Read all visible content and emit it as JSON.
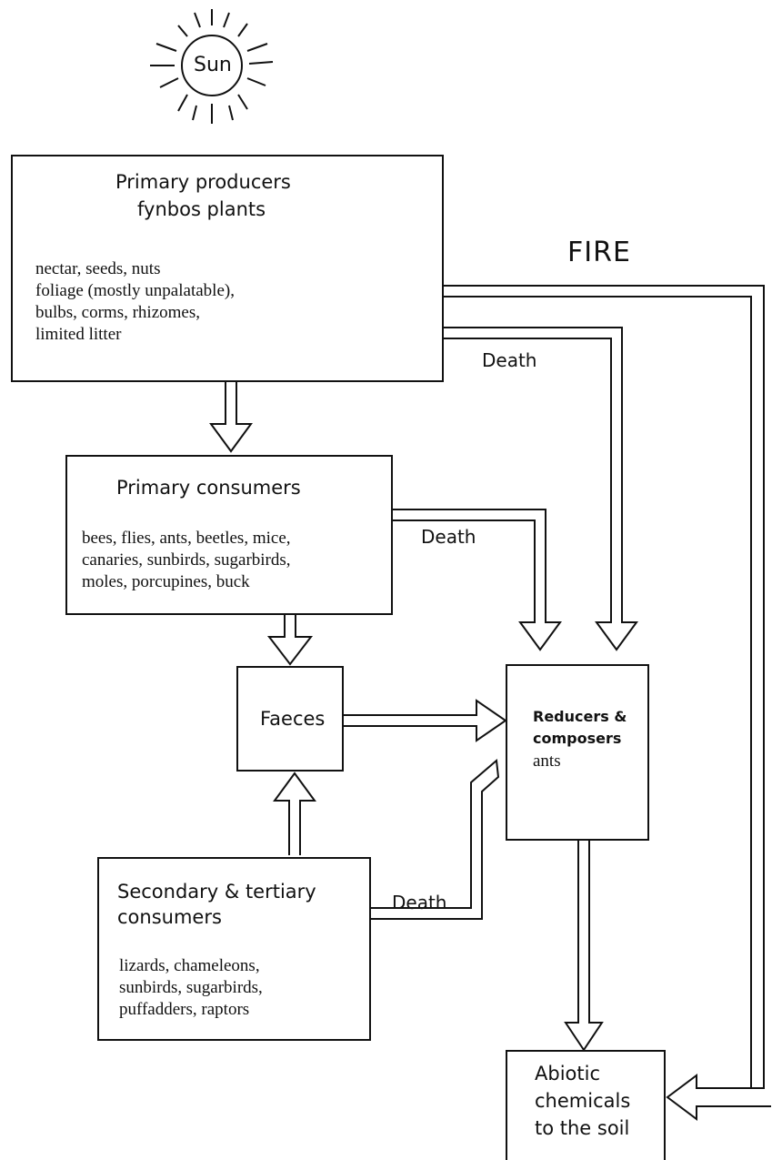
{
  "sun": {
    "label": "Sun"
  },
  "fire": {
    "label": "FIRE"
  },
  "producers": {
    "title1": "Primary producers",
    "title2": "fynbos plants",
    "items": [
      "nectar, seeds, nuts",
      "foliage (mostly unpalatable),",
      "bulbs, corms, rhizomes,",
      "limited litter"
    ]
  },
  "primary_consumers": {
    "title": "Primary consumers",
    "items": [
      "bees, flies, ants, beetles, mice,",
      "canaries, sunbirds, sugarbirds,",
      "moles, porcupines, buck"
    ]
  },
  "faeces": {
    "label": "Faeces"
  },
  "reducers": {
    "title1": "Reducers &",
    "title2": "composers",
    "sub": "ants"
  },
  "secondary": {
    "title1": "Secondary & tertiary",
    "title2": "consumers",
    "items": [
      "lizards, chameleons,",
      "sunbirds, sugarbirds,",
      "puffadders, raptors"
    ]
  },
  "abiotic": {
    "lines": [
      "Abiotic",
      "chemicals",
      "to the soil"
    ]
  },
  "death_labels": {
    "producers": "Death",
    "primary": "Death",
    "secondary": "Death"
  }
}
